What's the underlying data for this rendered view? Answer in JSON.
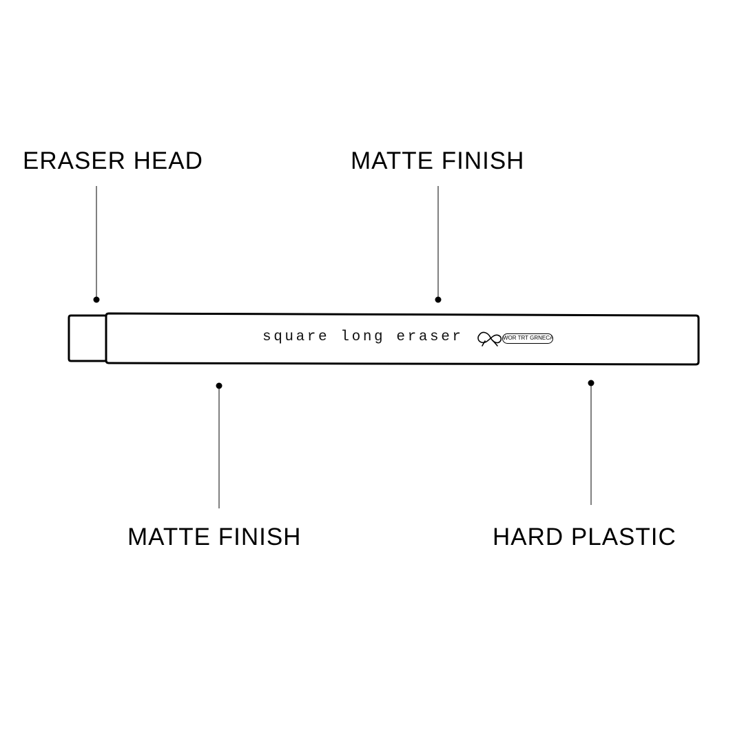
{
  "callouts": {
    "eraser_head": "ERASER HEAD",
    "matte_finish_top": "MATTE FINISH",
    "matte_finish_bottom": "MATTE FINISH",
    "hard_plastic": "HARD PLASTIC"
  },
  "product": {
    "printed_text": "square long eraser",
    "brand_badge_text": "WOR TRT GRNECA",
    "logo_icon": "ribbon-logo-icon"
  },
  "colors": {
    "ink": "#000000",
    "background": "#ffffff"
  }
}
